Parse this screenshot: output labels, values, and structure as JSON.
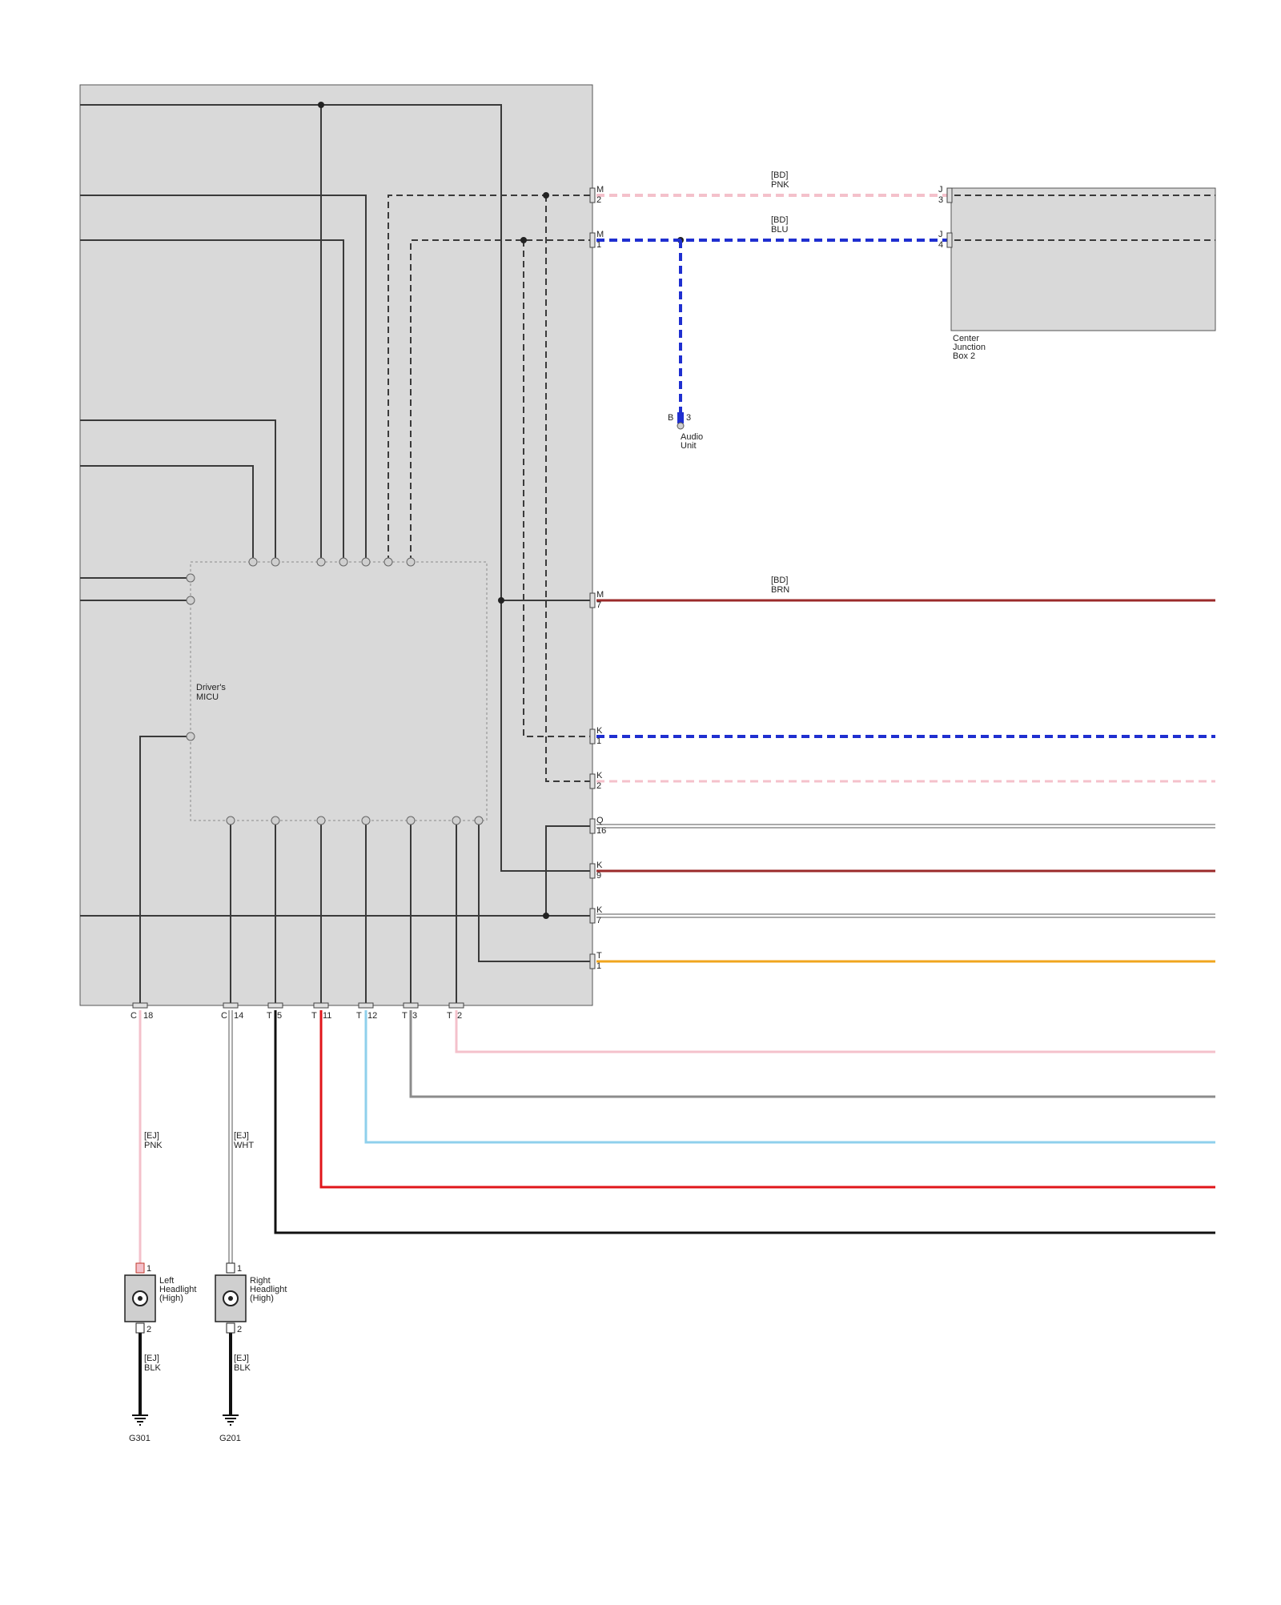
{
  "colors": {
    "pink": "#f4c1cb",
    "blue": "#1f2fd0",
    "brown": "#9b2a2a",
    "white": "#ffffff",
    "orange": "#f0a51e",
    "gray": "#8c8c8c",
    "lightblue": "#8fd0ec",
    "red": "#e0151a",
    "black": "#111111"
  },
  "components": {
    "micu": {
      "label_line1": "Driver's",
      "label_line2": "MICU"
    },
    "cjb": {
      "label_line1": "Center",
      "label_line2": "Junction",
      "label_line3": "Box 2"
    },
    "audio": {
      "label_line1": "Audio",
      "label_line2": "Unit",
      "connector": "B",
      "pin": "3"
    },
    "left_headlight": {
      "label_line1": "Left",
      "label_line2": "Headlight",
      "label_line3": "(High)",
      "pin_top": "1",
      "pin_bottom": "2"
    },
    "right_headlight": {
      "label_line1": "Right",
      "label_line2": "Headlight",
      "label_line3": "(High)",
      "pin_top": "1",
      "pin_bottom": "2"
    },
    "ground_left": {
      "label": "G301",
      "icon": "ground-icon"
    },
    "ground_right": {
      "label": "G201",
      "icon": "ground-icon"
    }
  },
  "right_connectors": [
    {
      "connector": "M",
      "pin": "2"
    },
    {
      "connector": "M",
      "pin": "1"
    },
    {
      "connector": "M",
      "pin": "7"
    },
    {
      "connector": "K",
      "pin": "1"
    },
    {
      "connector": "K",
      "pin": "2"
    },
    {
      "connector": "Q",
      "pin": "16"
    },
    {
      "connector": "K",
      "pin": "9"
    },
    {
      "connector": "K",
      "pin": "7"
    },
    {
      "connector": "T",
      "pin": "1"
    }
  ],
  "bottom_connectors": [
    {
      "connector": "C",
      "pin": "18"
    },
    {
      "connector": "C",
      "pin": "14"
    },
    {
      "connector": "T",
      "pin": "5"
    },
    {
      "connector": "T",
      "pin": "11"
    },
    {
      "connector": "T",
      "pin": "12"
    },
    {
      "connector": "T",
      "pin": "3"
    },
    {
      "connector": "T",
      "pin": "2"
    }
  ],
  "cjb_connectors": [
    {
      "connector": "J",
      "pin": "3"
    },
    {
      "connector": "J",
      "pin": "4"
    }
  ],
  "wire_labels": {
    "m2": {
      "harness": "[BD]",
      "color": "PNK"
    },
    "m1": {
      "harness": "[BD]",
      "color": "BLU"
    },
    "m7": {
      "harness": "[BD]",
      "color": "BRN"
    },
    "c18": {
      "harness": "[EJ]",
      "color": "PNK"
    },
    "c14": {
      "harness": "[EJ]",
      "color": "WHT"
    },
    "lh_gnd": {
      "harness": "[EJ]",
      "color": "BLK"
    },
    "rh_gnd": {
      "harness": "[EJ]",
      "color": "BLK"
    }
  }
}
